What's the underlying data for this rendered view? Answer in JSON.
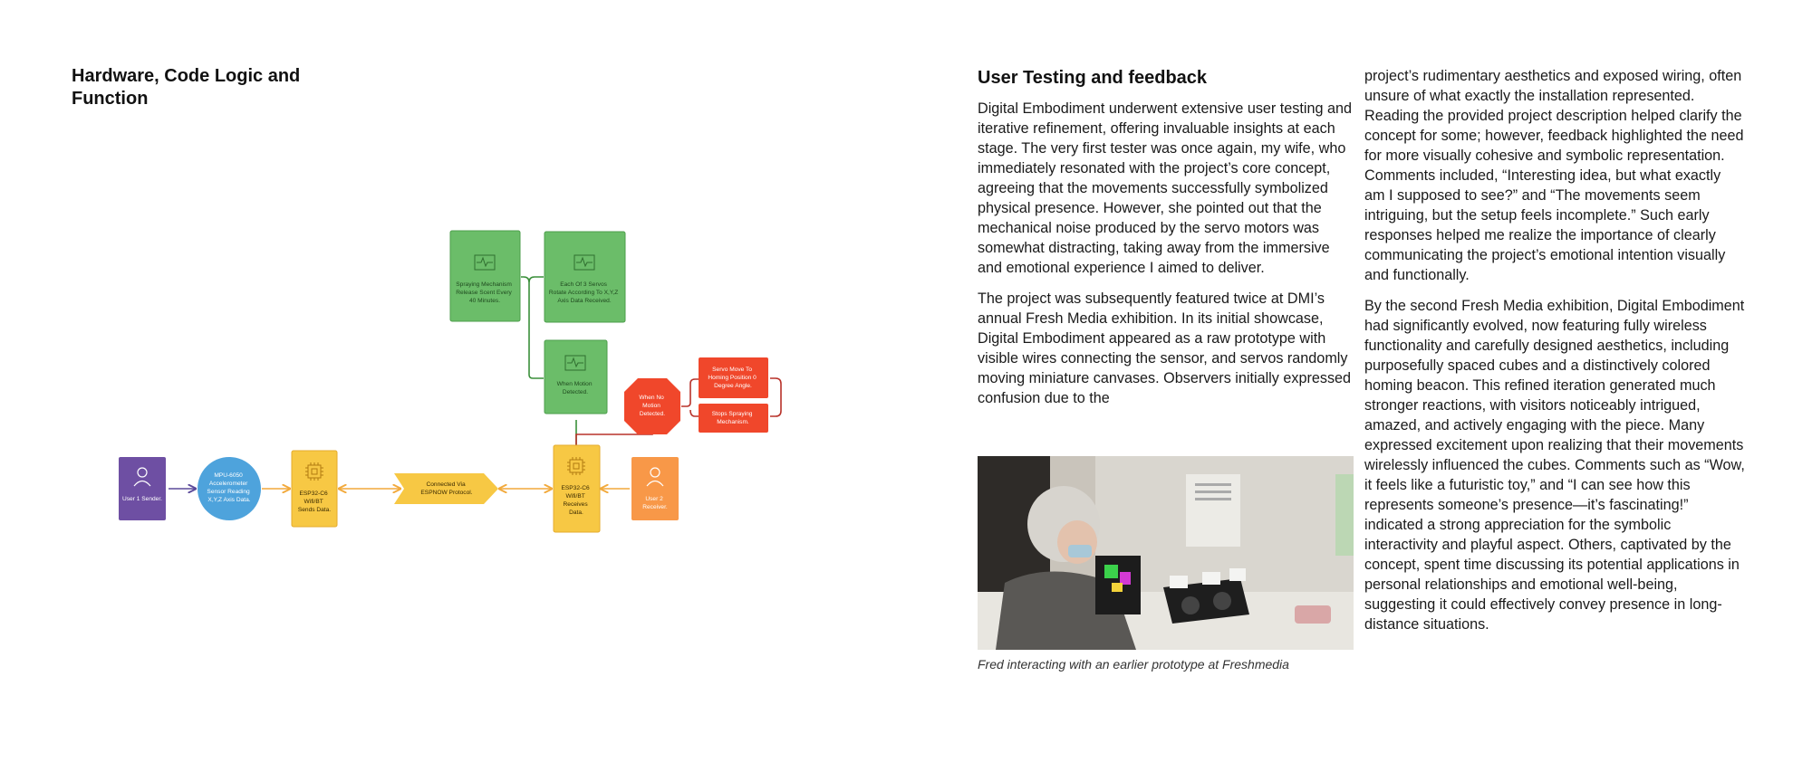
{
  "left_page": {
    "heading": "Hardware, Code Logic and Function",
    "diagram": {
      "nodes": {
        "user1": "User 1 Sender.",
        "mpu": [
          "MPU-6050",
          "Accelerometer",
          "Sensor Reading",
          "X,Y,Z Axis Data."
        ],
        "esp_send": [
          "ESP32-C6",
          "Wifi/BT",
          "Sends Data."
        ],
        "espnow": [
          "Connected Via",
          "ESPNOW Protocol."
        ],
        "esp_recv": [
          "ESP32-C6",
          "Wifi/BT",
          "Receives",
          "Data."
        ],
        "user2": [
          "User 2",
          "Receiver."
        ],
        "motion": [
          "When Motion",
          "Detected."
        ],
        "spraying": [
          "Spraying Mechanism",
          "Release Scent Every",
          "40 Minutes."
        ],
        "servos": [
          "Each Of 3 Servos",
          "Rotate According To X,Y,Z",
          "Axis Data Received."
        ],
        "no_motion": [
          "When No",
          "Motion",
          "Detected."
        ],
        "homing": [
          "Servo Move To",
          "Homing Position 0",
          "Degree Angle."
        ],
        "stop_spray": [
          "Stops Spraying",
          "Mechanism."
        ]
      },
      "colors": {
        "purple": "#6e4fa3",
        "blue": "#4ea3dc",
        "yellow": "#f7c844",
        "green": "#6bbd69",
        "red": "#f0472b",
        "orange": "#f89848"
      }
    }
  },
  "right_page": {
    "heading": "User Testing and feedback",
    "col_a": {
      "p1": "Digital Embodiment underwent extensive user testing and iterative refinement, offering invaluable insights at each stage. The very first tester was once again, my wife, who immediately resonated with the project’s core concept, agreeing that the movements successfully symbolized physical presence. However, she pointed out that the mechanical noise produced by the servo motors was somewhat distracting, taking away from the immersive and emotional experience I aimed to deliver.",
      "p2": "The project was subsequently featured twice at DMI’s annual Fresh Media exhibition. In its initial showcase, Digital Embodiment appeared as a raw prototype with visible wires connecting the sensor, and servos randomly moving miniature canvases. Observers initially expressed confusion due to the"
    },
    "col_b": {
      "p1": "project’s rudimentary aesthetics and exposed wiring, often unsure of what exactly the installation represented. Reading the provided project description helped clarify the concept for some; however, feedback highlighted the need for more visually cohesive and symbolic representation. Comments included, “Interesting idea, but what exactly am I supposed to see?” and “The movements seem intriguing, but the setup feels incomplete.” Such early responses helped me realize the importance of clearly communicating the project’s emotional intention visually and functionally.",
      "p2": "By the second Fresh Media exhibition, Digital Embodiment had significantly evolved, now featuring fully wireless functionality and carefully designed aesthetics, including purposefully spaced cubes and a distinctively colored homing beacon. This refined iteration generated much stronger reactions, with visitors noticeably intrigued, amazed, and actively engaging with the piece. Many expressed excitement upon realizing that their movements wirelessly influenced the cubes. Comments such as “Wow, it feels like a futuristic toy,” and “I can see how this represents someone’s presence—it’s fascinating!” indicated a strong appreciation for the symbolic interactivity and playful aspect. Others, captivated by the concept, spent time discussing its potential applications in personal relationships and emotional well-being, suggesting it could effectively convey presence in long-distance situations."
    },
    "photo_caption": "Fred interacting with an earlier prototype at Freshmedia"
  }
}
